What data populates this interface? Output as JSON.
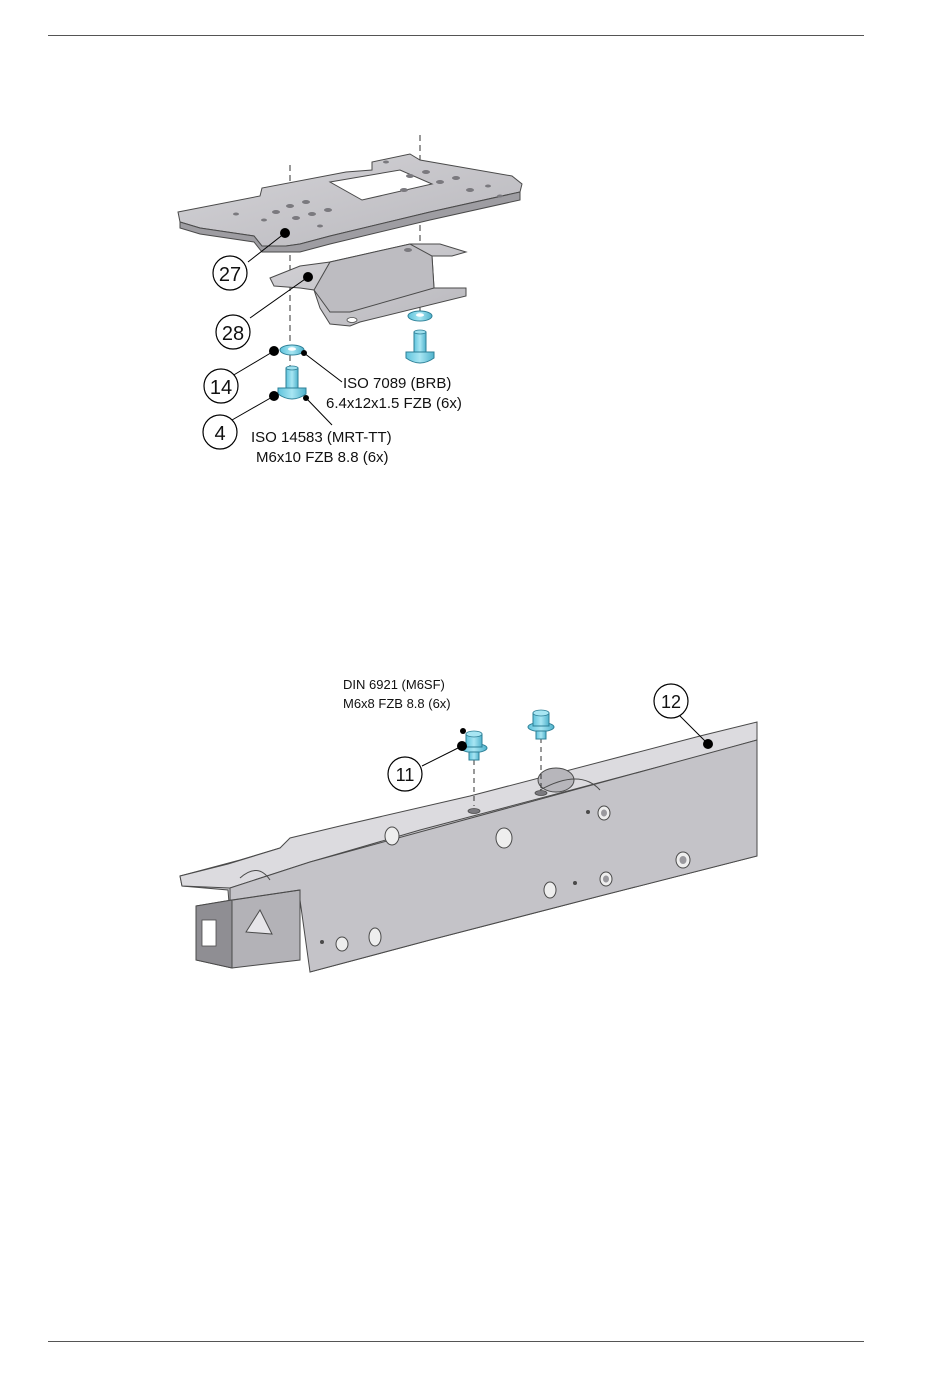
{
  "figure_top": {
    "callouts": {
      "c27": "27",
      "c28": "28",
      "c14": "14",
      "c4": "4"
    },
    "washer_spec": {
      "line1": "ISO 7089 (BRB)",
      "line2": "6.4x12x1.5 FZB (6x)"
    },
    "screw_spec": {
      "line1": "ISO 14583 (MRT-TT)",
      "line2": "M6x10 FZB 8.8 (6x)"
    }
  },
  "figure_bottom": {
    "callouts": {
      "c11": "11",
      "c12": "12"
    },
    "bolt_spec": {
      "line1": "DIN 6921 (M6SF)",
      "line2": "M6x8 FZB 8.8 (6x)"
    }
  },
  "colors": {
    "part_gray": "#c9c8cc",
    "part_edge": "#4a4a4a",
    "fastener_blue": "#7fd3e6",
    "fastener_edge": "#2d7f96"
  }
}
